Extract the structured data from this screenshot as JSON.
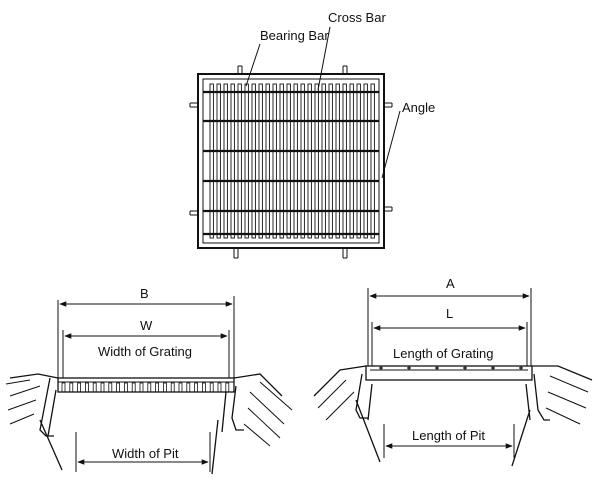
{
  "plan_labels": {
    "cross_bar": "Cross Bar",
    "bearing_bar": "Bearing Bar",
    "angle": "Angle"
  },
  "width_section": {
    "b": "B",
    "w": "W",
    "grating": "Width of Grating",
    "pit": "Width of Pit"
  },
  "length_section": {
    "a": "A",
    "l": "L",
    "grating": "Length of Grating",
    "pit": "Length of Pit"
  }
}
